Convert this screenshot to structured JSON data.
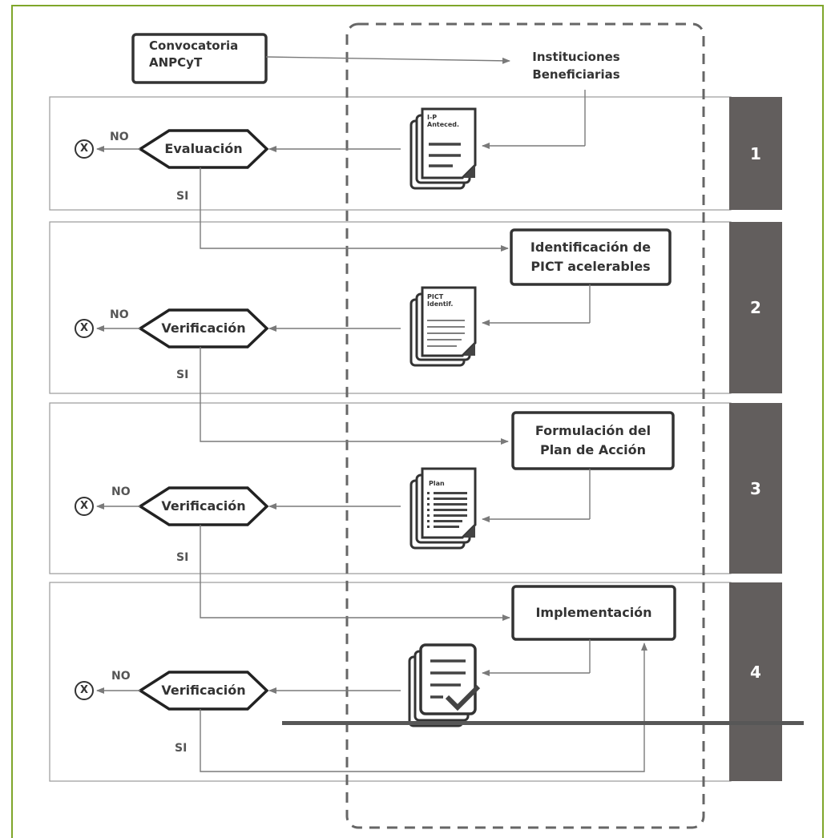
{
  "start_box": "Convocatoria\nANPCyT",
  "institutions": "Instituciones\nBeneficiarias",
  "steps": [
    {
      "number": "1",
      "decision": "Evaluación",
      "no": "NO",
      "si": "SI",
      "doc": "I-P\nAnteced.",
      "reject": "X"
    },
    {
      "number": "2",
      "decision": "Verificación",
      "no": "NO",
      "si": "SI",
      "doc": "PICT\nIdentif.",
      "reject": "X",
      "process": "Identificación de\nPICT acelerables"
    },
    {
      "number": "3",
      "decision": "Verificación",
      "no": "NO",
      "si": "SI",
      "doc": "Plan",
      "reject": "X",
      "process": "Formulación del\nPlan de Acción"
    },
    {
      "number": "4",
      "decision": "Verificación",
      "no": "NO",
      "si": "SI",
      "reject": "X",
      "process": "Implementación"
    }
  ]
}
